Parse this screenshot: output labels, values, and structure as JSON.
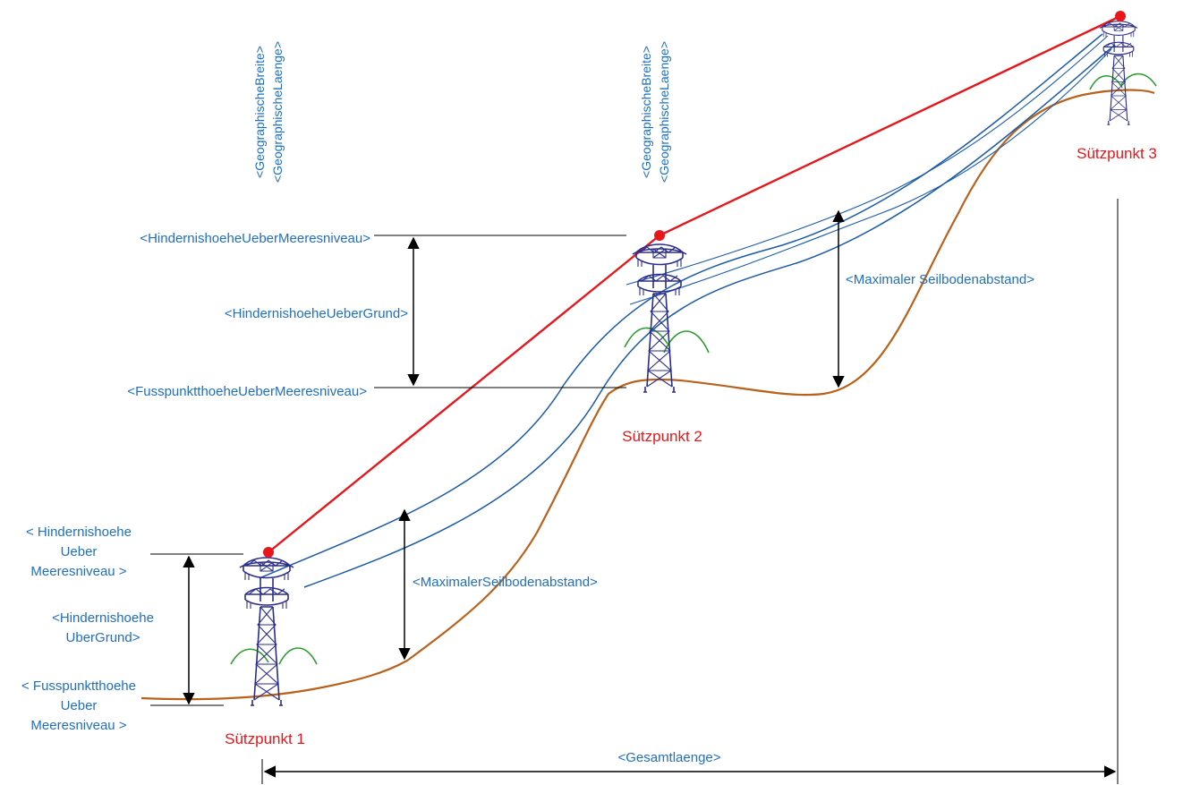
{
  "coords": {
    "left": [
      "<GeographischeBreite>",
      "<GeographischeLaenge>"
    ],
    "middle": [
      "<GeographischeBreite>",
      "<GeographischeLaenge>"
    ]
  },
  "labels": {
    "hind_meer_top": "<HindernishoeheUeberMeeresniveau>",
    "hind_grund_top": "<HindernishoeheUeberGrund>",
    "fuss_top": "<FusspunktthoeheUeberMeeresniveau>",
    "hind_meer_left": [
      "< Hindernishoehe",
      "Ueber",
      "Meeresniveau >"
    ],
    "hind_grund_left": [
      "<Hindernishoehe",
      "UberGrund>"
    ],
    "fuss_left": [
      "< Fusspunktthoehe",
      "Ueber",
      "Meeresniveau >"
    ],
    "max_abstand_1": "<MaximalerSeilbodenabstand>",
    "max_abstand_2": "<Maximaler Seilbodenabstand>",
    "gesamt": "<Gesamtlaenge>"
  },
  "supports": [
    "Sützpunkt 1",
    "Sützpunkt 2",
    "Sützpunkt 3"
  ],
  "colors": {
    "label": "#1F6FC0",
    "support": "#E8161B",
    "terrain": "#B8621B",
    "cable": "#1A5AA6",
    "obstacle_line": "#E8161B",
    "tower": "#2B2D8C",
    "vegetation": "#2A9D2E"
  }
}
